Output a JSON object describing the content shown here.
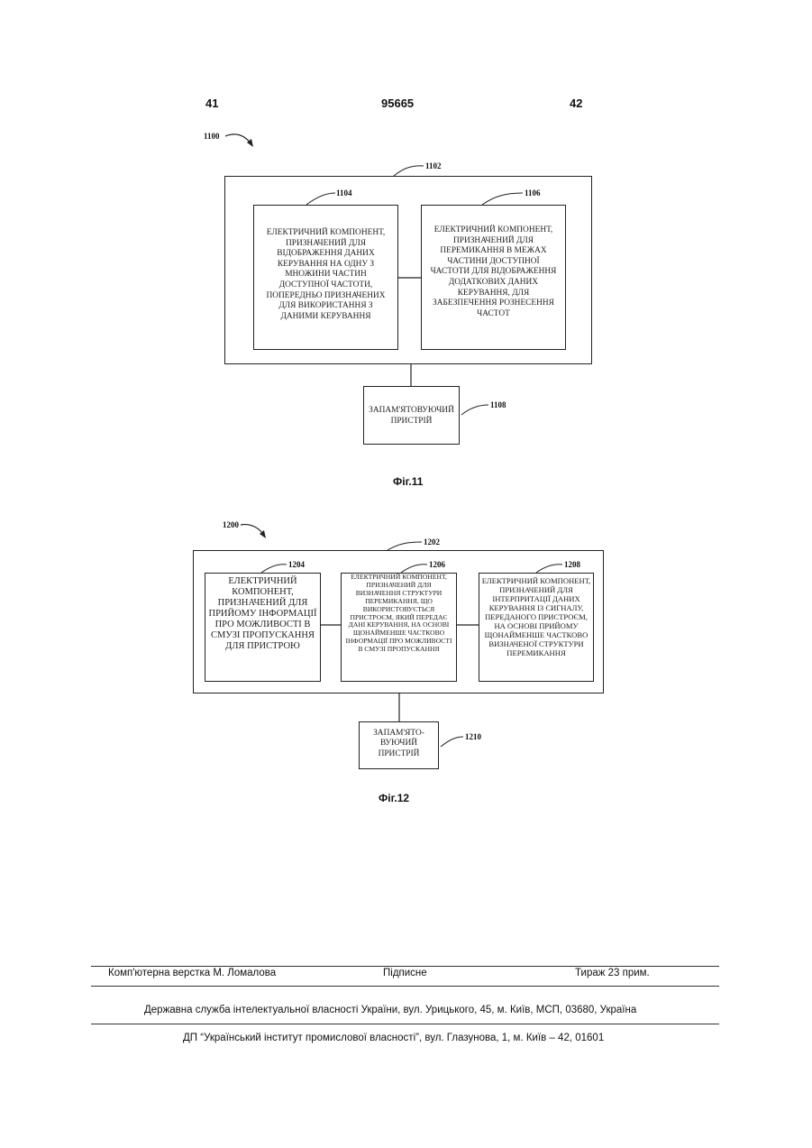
{
  "header": {
    "page_left": "41",
    "patent_number": "95665",
    "page_right": "42"
  },
  "fig11": {
    "ref_main": "1100",
    "ref_outer": "1102",
    "ref_box_a": "1104",
    "ref_box_b": "1106",
    "ref_memory": "1108",
    "box_a_text": "ЕЛЕКТРИЧНИЙ КОМПОНЕНТ, ПРИЗНАЧЕНИЙ ДЛЯ ВІДОБРАЖЕННЯ ДАНИХ КЕРУВАННЯ НА ОДНУ З МНОЖИНИ ЧАСТИН ДОСТУПНОЇ ЧАСТОТИ, ПОПЕРЕДНЬО ПРИЗНАЧЕНИХ ДЛЯ ВИКОРИСТАННЯ З ДАНИМИ КЕРУВАННЯ",
    "box_b_text": "ЕЛЕКТРИЧНИЙ КОМПОНЕНТ, ПРИЗНАЧЕНИЙ ДЛЯ ПЕРЕМИКАННЯ В МЕЖАХ ЧАСТИНИ ДОСТУПНОЇ ЧАСТОТИ ДЛЯ ВІДОБРАЖЕННЯ ДОДАТКОВИХ ДАНИХ КЕРУВАННЯ, ДЛЯ ЗАБЕЗПЕЧЕННЯ РОЗНЕСЕННЯ ЧАСТОТ",
    "memory_text": "ЗАПАМ'ЯТОВУЮЧИЙ ПРИСТРІЙ",
    "caption": "Фіг.11"
  },
  "fig12": {
    "ref_main": "1200",
    "ref_outer": "1202",
    "ref_box_a": "1204",
    "ref_box_b": "1206",
    "ref_box_c": "1208",
    "ref_memory": "1210",
    "box_a_text": "ЕЛЕКТРИЧНИЙ КОМПОНЕНТ, ПРИЗНАЧЕНИЙ ДЛЯ ПРИЙОМУ ІНФОРМАЦІЇ ПРО МОЖЛИВОСТІ В СМУЗІ ПРОПУСКАННЯ ДЛЯ ПРИСТРОЮ",
    "box_b_text": "ЕЛЕКТРИЧНИЙ КОМПОНЕНТ, ПРИЗНАЧЕНИЙ ДЛЯ ВИЗНАЧЕННЯ СТРУКТУРИ ПЕРЕМИКАННЯ, ЩО ВИКОРИСТОВУЄТЬСЯ ПРИСТРОЄМ, ЯКИЙ ПЕРЕДАЄ ДАНІ КЕРУВАННЯ, НА ОСНОВІ ЩОНАЙМЕНШЕ ЧАСТКОВО ІНФОРМАЦІЇ ПРО МОЖЛИВОСТІ В СМУЗІ ПРОПУСКАННЯ",
    "box_c_text": "ЕЛЕКТРИЧНИЙ КОМПОНЕНТ, ПРИЗНАЧЕНИЙ ДЛЯ ІНТЕРПРИТАЦІЇ ДАНИХ КЕРУВАННЯ ІЗ СИГНАЛУ, ПЕРЕДАНОГО ПРИСТРОЄМ, НА ОСНОВІ ПРИЙОМУ ЩОНАЙМЕНШЕ ЧАСТКОВО ВИЗНАЧЕНОЇ СТРУКТУРИ ПЕРЕМИКАННЯ",
    "memory_text": "ЗАПАМ'ЯТО-ВУЮЧИЙ ПРИСТРІЙ",
    "caption": "Фіг.12"
  },
  "footer": {
    "layout_credit": "Комп'ютерна верстка М. Ломалова",
    "signed": "Підписне",
    "circulation": "Тираж 23 прим.",
    "agency": "Державна служба інтелектуальної власності України, вул. Урицького, 45, м. Київ, МСП, 03680, Україна",
    "institute": "ДП “Український інститут промислової власності”, вул. Глазунова, 1, м. Київ – 42, 01601"
  }
}
